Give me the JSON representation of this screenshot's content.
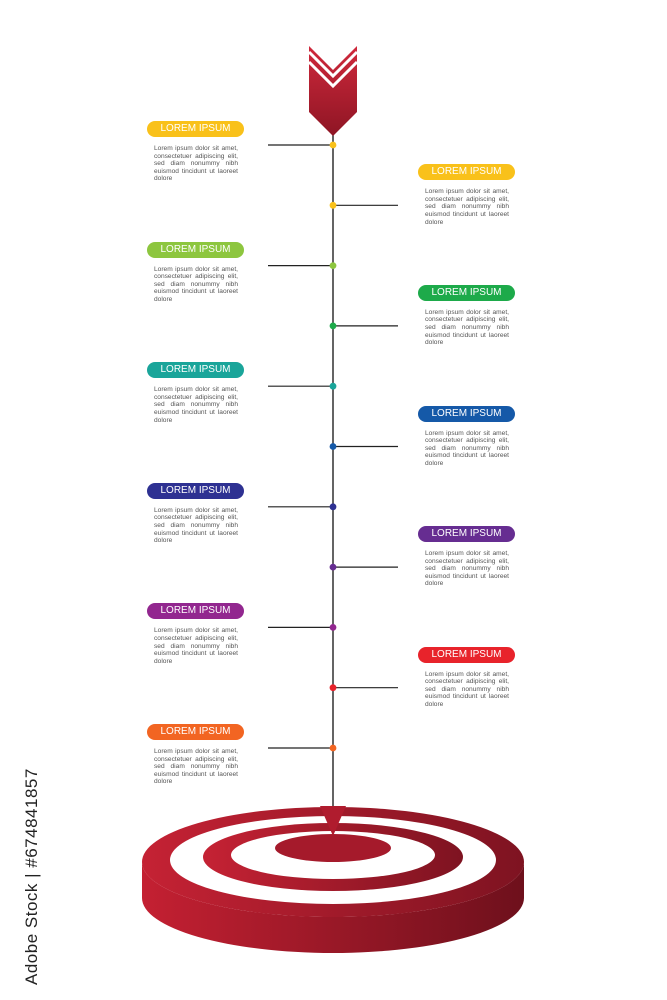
{
  "steps": [
    {
      "title": "LOREM IPSUM",
      "body": "Lorem ipsum dolor sit amet, consectetuer adipiscing elit, sed diam nonummy nibh euismod tincidunt ut laoreet dolore",
      "color": "#F9C11A",
      "side": "left"
    },
    {
      "title": "LOREM IPSUM",
      "body": "Lorem ipsum dolor sit amet, consectetuer adipiscing elit, sed diam nonummy nibh euismod tincidunt ut laoreet dolore",
      "color": "#F9C11A",
      "side": "right"
    },
    {
      "title": "LOREM IPSUM",
      "body": "Lorem ipsum dolor sit amet, consectetuer adipiscing elit, sed diam nonummy nibh euismod tincidunt ut laoreet dolore",
      "color": "#8DC63F",
      "side": "left"
    },
    {
      "title": "LOREM IPSUM",
      "body": "Lorem ipsum dolor sit amet, consectetuer adipiscing elit, sed diam nonummy nibh euismod tincidunt ut laoreet dolore",
      "color": "#1DAA4A",
      "side": "right"
    },
    {
      "title": "LOREM IPSUM",
      "body": "Lorem ipsum dolor sit amet, consectetuer adipiscing elit, sed diam nonummy nibh euismod tincidunt ut laoreet dolore",
      "color": "#1AA59A",
      "side": "left"
    },
    {
      "title": "LOREM IPSUM",
      "body": "Lorem ipsum dolor sit amet, consectetuer adipiscing elit, sed diam nonummy nibh euismod tincidunt ut laoreet dolore",
      "color": "#1559A8",
      "side": "right"
    },
    {
      "title": "LOREM IPSUM",
      "body": "Lorem ipsum dolor sit amet, consectetuer adipiscing elit, sed diam nonummy nibh euismod tincidunt ut laoreet dolore",
      "color": "#2E3192",
      "side": "left"
    },
    {
      "title": "LOREM IPSUM",
      "body": "Lorem ipsum dolor sit amet, consectetuer adipiscing elit, sed diam nonummy nibh euismod tincidunt ut laoreet dolore",
      "color": "#662D91",
      "side": "right"
    },
    {
      "title": "LOREM IPSUM",
      "body": "Lorem ipsum dolor sit amet, consectetuer adipiscing elit, sed diam nonummy nibh euismod tincidunt ut laoreet dolore",
      "color": "#92278F",
      "side": "left"
    },
    {
      "title": "LOREM IPSUM",
      "body": "Lorem ipsum dolor sit amet, consectetuer adipiscing elit, sed diam nonummy nibh euismod tincidunt ut laoreet dolore",
      "color": "#E8232B",
      "side": "right"
    },
    {
      "title": "LOREM IPSUM",
      "body": "Lorem ipsum dolor sit amet, consectetuer adipiscing elit, sed diam nonummy nibh euismod tincidunt ut laoreet dolore",
      "color": "#F26522",
      "side": "left"
    }
  ],
  "colors": {
    "arrow": "#B01C2E",
    "target_dark": "#8E1524",
    "target_mid": "#B01C2E",
    "line": "#222222"
  },
  "icons": {
    "arrow_head": "chevron-arrow-icon",
    "target": "bullseye-target-icon"
  },
  "credit": "Adobe Stock | #674841857"
}
